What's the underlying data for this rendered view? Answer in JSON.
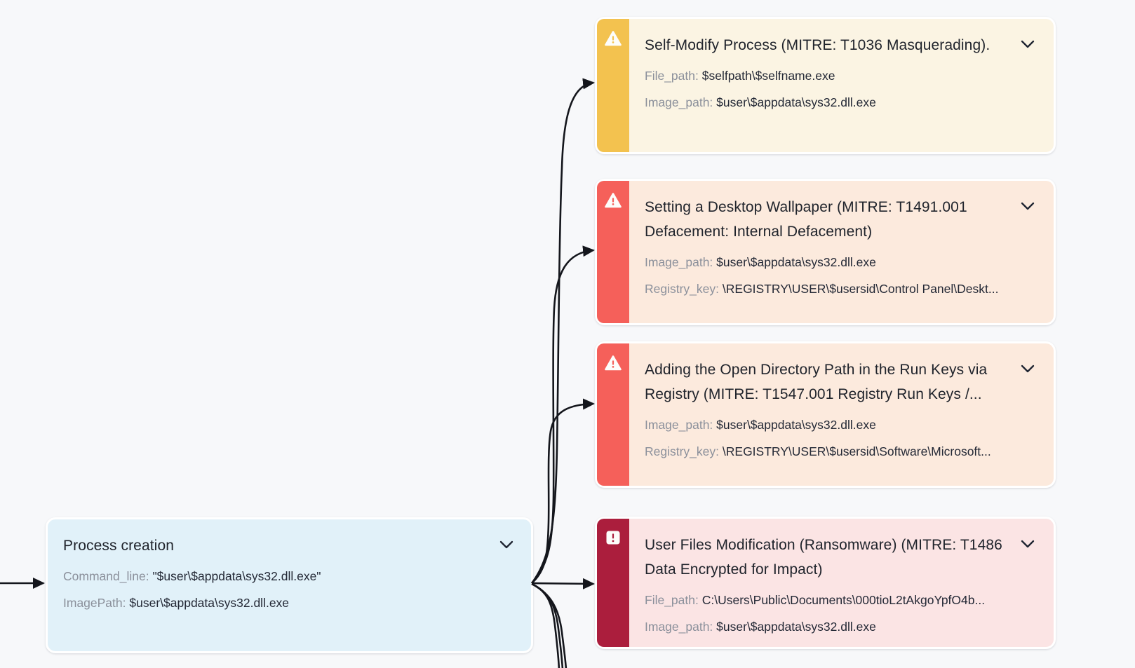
{
  "canvas": {
    "bg": "#f7f8fa",
    "edge_color": "#14161c"
  },
  "process_node": {
    "title": "Process creation",
    "bg_color": "#e1f1f9",
    "fields": [
      {
        "label": "Command_line:",
        "value": "\"$user\\$appdata\\sys32.dll.exe\""
      },
      {
        "label": "ImagePath:",
        "value": "$user\\$appdata\\sys32.dll.exe"
      }
    ]
  },
  "alerts": [
    {
      "severity": "warning",
      "icon": "warning-triangle",
      "stripe_color": "#f3c24f",
      "body_color": "#fbf4e3",
      "title": "Self-Modify Process (MITRE: T1036 Masquerading).",
      "fields": [
        {
          "label": "File_path:",
          "value": "$selfpath\\$selfname.exe"
        },
        {
          "label": "Image_path:",
          "value": "$user\\$appdata\\sys32.dll.exe"
        }
      ]
    },
    {
      "severity": "danger",
      "icon": "warning-triangle",
      "stripe_color": "#f5605a",
      "body_color": "#fcEADD",
      "title": "Setting a Desktop Wallpaper (MITRE: T1491.001 Defacement: Internal Defacement)",
      "fields": [
        {
          "label": "Image_path:",
          "value": "$user\\$appdata\\sys32.dll.exe"
        },
        {
          "label": "Registry_key:",
          "value": "\\REGISTRY\\USER\\$usersid\\Control Panel\\Deskt..."
        }
      ]
    },
    {
      "severity": "danger",
      "icon": "warning-triangle",
      "stripe_color": "#f5605a",
      "body_color": "#fceadd",
      "title": "Adding the Open Directory Path in the Run Keys via Registry (MITRE: T1547.001 Registry Run Keys /...",
      "fields": [
        {
          "label": "Image_path:",
          "value": "$user\\$appdata\\sys32.dll.exe"
        },
        {
          "label": "Registry_key:",
          "value": "\\REGISTRY\\USER\\$usersid\\Software\\Microsoft..."
        }
      ]
    },
    {
      "severity": "critical",
      "icon": "alert-square",
      "stripe_color": "#ab1e3d",
      "body_color": "#fbe4e4",
      "title": "User Files Modification (Ransomware) (MITRE: T1486 Data Encrypted for Impact)",
      "fields": [
        {
          "label": "File_path:",
          "value": "C:\\Users\\Public\\Documents\\000tioL2tAkgoYpfO4b..."
        },
        {
          "label": "Image_path:",
          "value": "$user\\$appdata\\sys32.dll.exe"
        }
      ]
    }
  ]
}
